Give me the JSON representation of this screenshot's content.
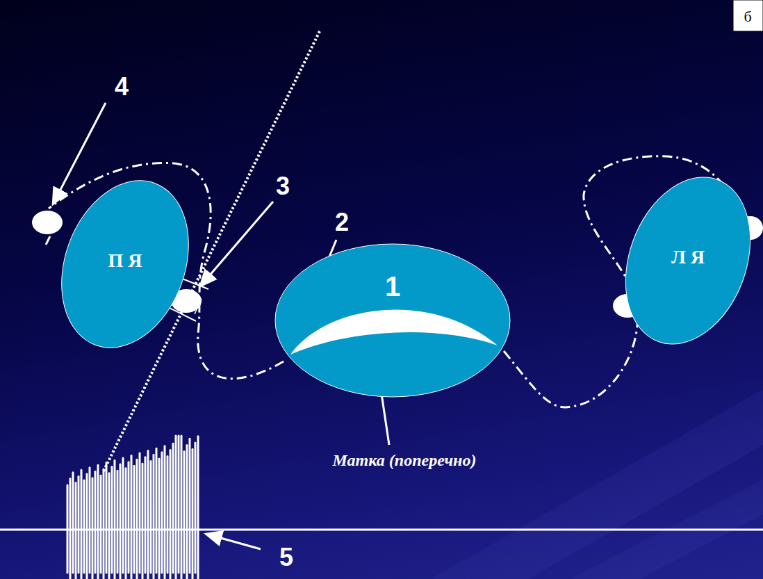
{
  "diagram": {
    "nodes": [
      {
        "text": [
          "б"
        ]
      },
      {
        "text": [
          "П Я"
        ]
      },
      {
        "text": [
          "1"
        ]
      },
      {
        "text": [
          "Л Я"
        ]
      }
    ],
    "labels": [
      "4",
      "3",
      "2",
      "Матка (поперечно)",
      "5"
    ]
  }
}
